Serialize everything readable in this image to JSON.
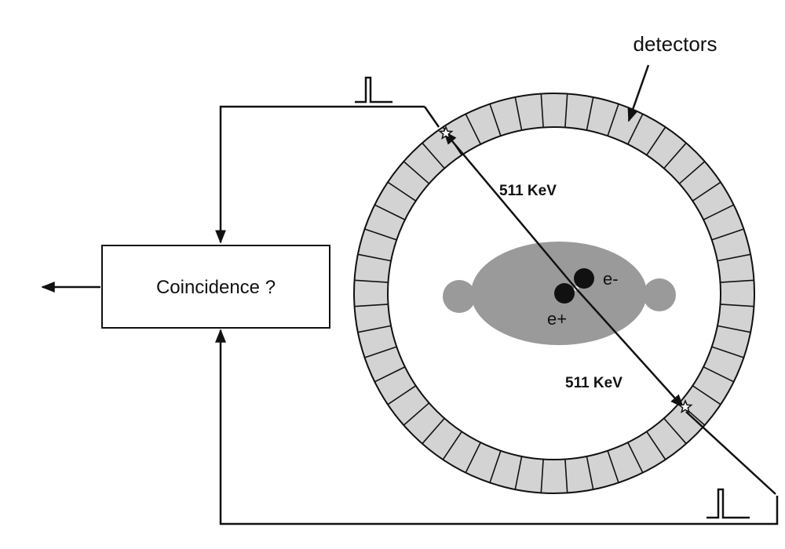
{
  "labels": {
    "detectors": "detectors",
    "coincidence": "Coincidence ?",
    "energy_upper": "511 KeV",
    "energy_lower": "511 KeV",
    "electron": "e-",
    "positron": "e+"
  },
  "ring": {
    "detector_count": 48
  },
  "colors": {
    "detector_fill": "#d3d3d3",
    "ring_stroke": "#111111",
    "body_fill": "#9a9a9a",
    "particle_fill": "#111111",
    "line": "#111111",
    "background": "#ffffff"
  },
  "icons": [
    "pulse-icon",
    "star-icon",
    "arrow-icon"
  ]
}
